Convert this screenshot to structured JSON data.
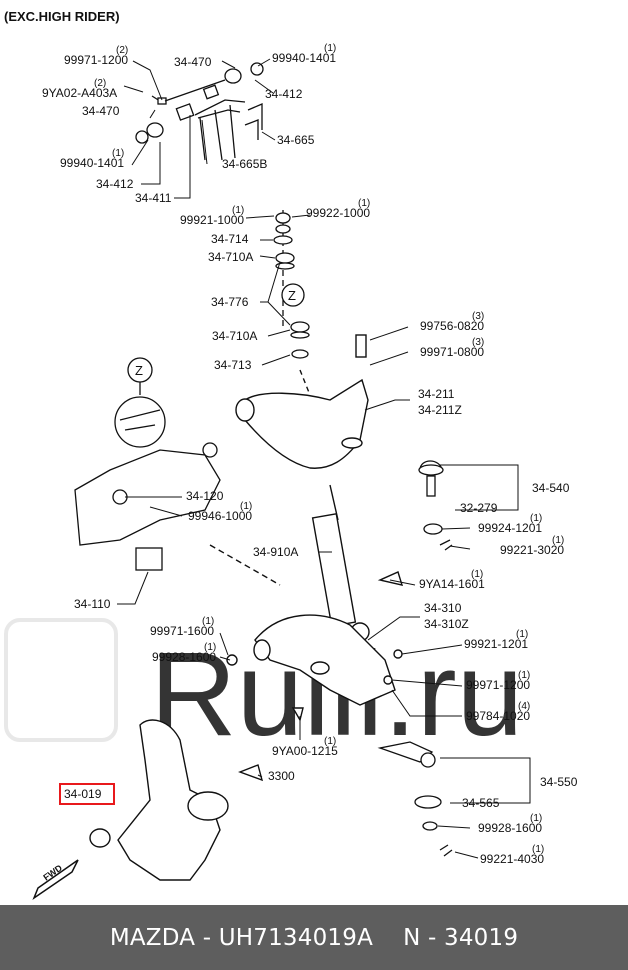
{
  "header": {
    "title": "(EXC.HIGH RIDER)"
  },
  "watermark": {
    "text": "Rulli.ru"
  },
  "highlight_color": "#e8191c",
  "labels": [
    {
      "id": "l1",
      "qty": "(2)",
      "code": "99971-1200"
    },
    {
      "id": "l2",
      "qty": "(2)",
      "code": "9YA02-A403A"
    },
    {
      "id": "l3",
      "qty": "",
      "code": "34-470"
    },
    {
      "id": "l4",
      "qty": "(1)",
      "code": "99940-1401"
    },
    {
      "id": "l5",
      "qty": "",
      "code": "34-412"
    },
    {
      "id": "l6",
      "qty": "",
      "code": "34-411"
    },
    {
      "id": "l7",
      "qty": "",
      "code": "34-470"
    },
    {
      "id": "l8",
      "qty": "(1)",
      "code": "99940-1401"
    },
    {
      "id": "l9",
      "qty": "",
      "code": "34-412"
    },
    {
      "id": "l10",
      "qty": "",
      "code": "34-665"
    },
    {
      "id": "l11",
      "qty": "",
      "code": "34-665B"
    },
    {
      "id": "l12",
      "qty": "(1)",
      "code": "99921-1000"
    },
    {
      "id": "l13",
      "qty": "(1)",
      "code": "99922-1000"
    },
    {
      "id": "l14",
      "qty": "",
      "code": "34-714"
    },
    {
      "id": "l15",
      "qty": "",
      "code": "34-710A"
    },
    {
      "id": "l16",
      "qty": "",
      "code": "34-776"
    },
    {
      "id": "l17",
      "qty": "",
      "code": "34-710A"
    },
    {
      "id": "l18",
      "qty": "",
      "code": "34-713"
    },
    {
      "id": "l19",
      "qty": "(3)",
      "code": "99756-0820"
    },
    {
      "id": "l20",
      "qty": "(3)",
      "code": "99971-0800"
    },
    {
      "id": "l21",
      "qty": "",
      "code": "34-211"
    },
    {
      "id": "l22",
      "qty": "",
      "code": "34-211Z"
    },
    {
      "id": "l23",
      "qty": "",
      "code": "34-540"
    },
    {
      "id": "l24",
      "qty": "",
      "code": "32-279"
    },
    {
      "id": "l25",
      "qty": "",
      "code": "34-120"
    },
    {
      "id": "l26",
      "qty": "(1)",
      "code": "99946-1000"
    },
    {
      "id": "l27",
      "qty": "(1)",
      "code": "99924-1201"
    },
    {
      "id": "l28",
      "qty": "(1)",
      "code": "99221-3020"
    },
    {
      "id": "l29",
      "qty": "",
      "code": "34-910A"
    },
    {
      "id": "l30",
      "qty": "(1)",
      "code": "9YA14-1601"
    },
    {
      "id": "l31",
      "qty": "",
      "code": "34-110"
    },
    {
      "id": "l32",
      "qty": "",
      "code": "34-310"
    },
    {
      "id": "l33",
      "qty": "",
      "code": "34-310Z"
    },
    {
      "id": "l34",
      "qty": "(1)",
      "code": "99971-1600"
    },
    {
      "id": "l35",
      "qty": "(1)",
      "code": "99928-1600"
    },
    {
      "id": "l36",
      "qty": "(1)",
      "code": "99921-1201"
    },
    {
      "id": "l37",
      "qty": "(1)",
      "code": "99971-1200"
    },
    {
      "id": "l38",
      "qty": "(4)",
      "code": "99784-1020"
    },
    {
      "id": "l39",
      "qty": "(1)",
      "code": "9YA00-1215"
    },
    {
      "id": "l40",
      "qty": "",
      "code": "3300"
    },
    {
      "id": "l41",
      "qty": "",
      "code": "34-019"
    },
    {
      "id": "l42",
      "qty": "",
      "code": "34-550"
    },
    {
      "id": "l43",
      "qty": "",
      "code": "34-565"
    },
    {
      "id": "l44",
      "qty": "(1)",
      "code": "99928-1600"
    },
    {
      "id": "l45",
      "qty": "(1)",
      "code": "99221-4030"
    }
  ],
  "callouts": {
    "z_top": "Z",
    "z_left": "Z",
    "fwd": "FWD"
  },
  "footer": {
    "brand": "MAZDA",
    "part_number": "UH7134019A",
    "ref": "N - 34019",
    "sep": " - "
  }
}
